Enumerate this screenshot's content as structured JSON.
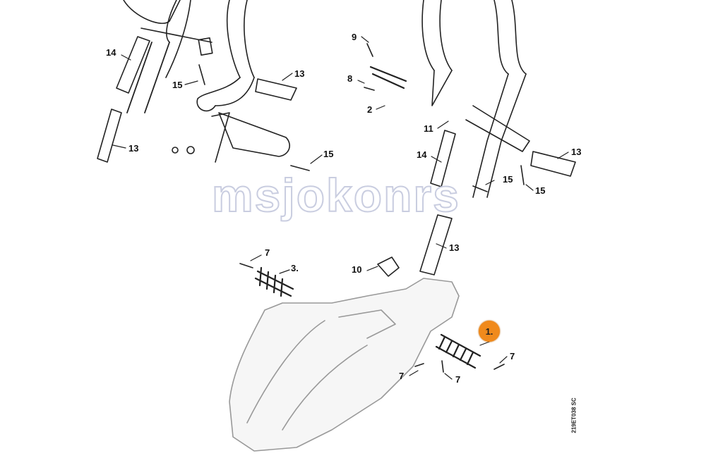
{
  "watermark": "msjokonrs",
  "drawing_code": "219ET038 SC",
  "highlight_color": "#f08a1c",
  "highlighted_part": "1.",
  "callouts": [
    "14",
    "15",
    "13",
    "13",
    "15",
    "9",
    "8",
    "2",
    "11",
    "13",
    "14",
    "15",
    "15",
    "13",
    "7",
    "3.",
    "10",
    "7",
    "7",
    "7"
  ]
}
